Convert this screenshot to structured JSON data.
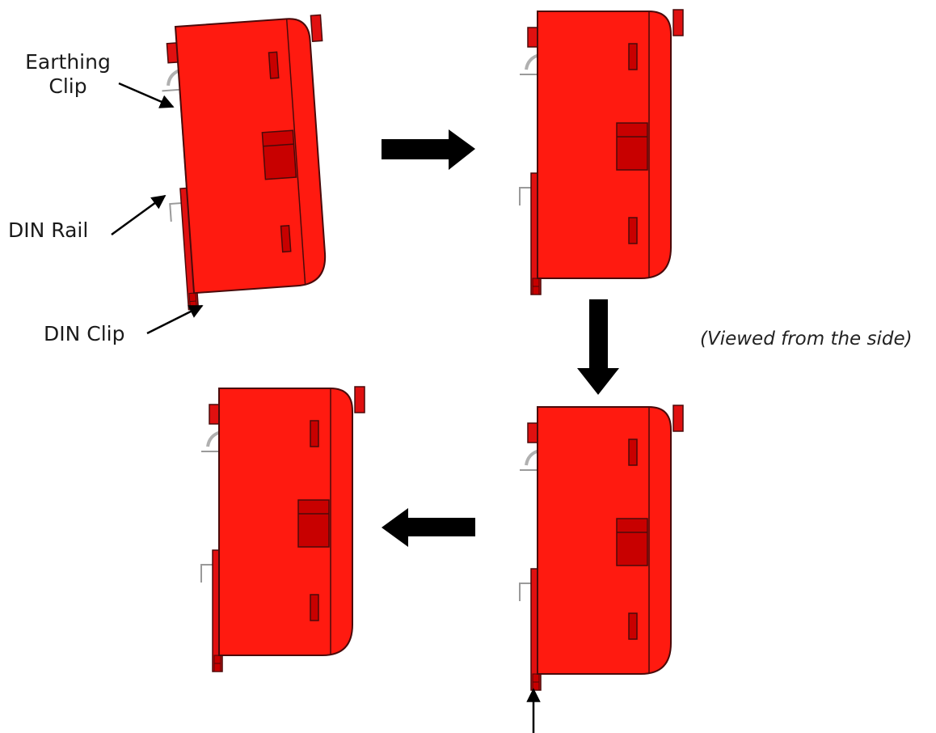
{
  "labels": {
    "earthing_clip": "Earthing\nClip",
    "din_rail": "DIN Rail",
    "din_clip": "DIN Clip",
    "view_note": "(Viewed from the side)"
  },
  "colors": {
    "body_red": "#ff1a10",
    "dark_red": "#c80000",
    "outline": "#4a0a0a",
    "rail_stroke": "#9a9a9a",
    "clip_gray": "#b0b0b0",
    "arrow": "#000000"
  },
  "icons": {
    "step_arrow": "block-arrow",
    "pointer_arrow": "line-arrow"
  }
}
